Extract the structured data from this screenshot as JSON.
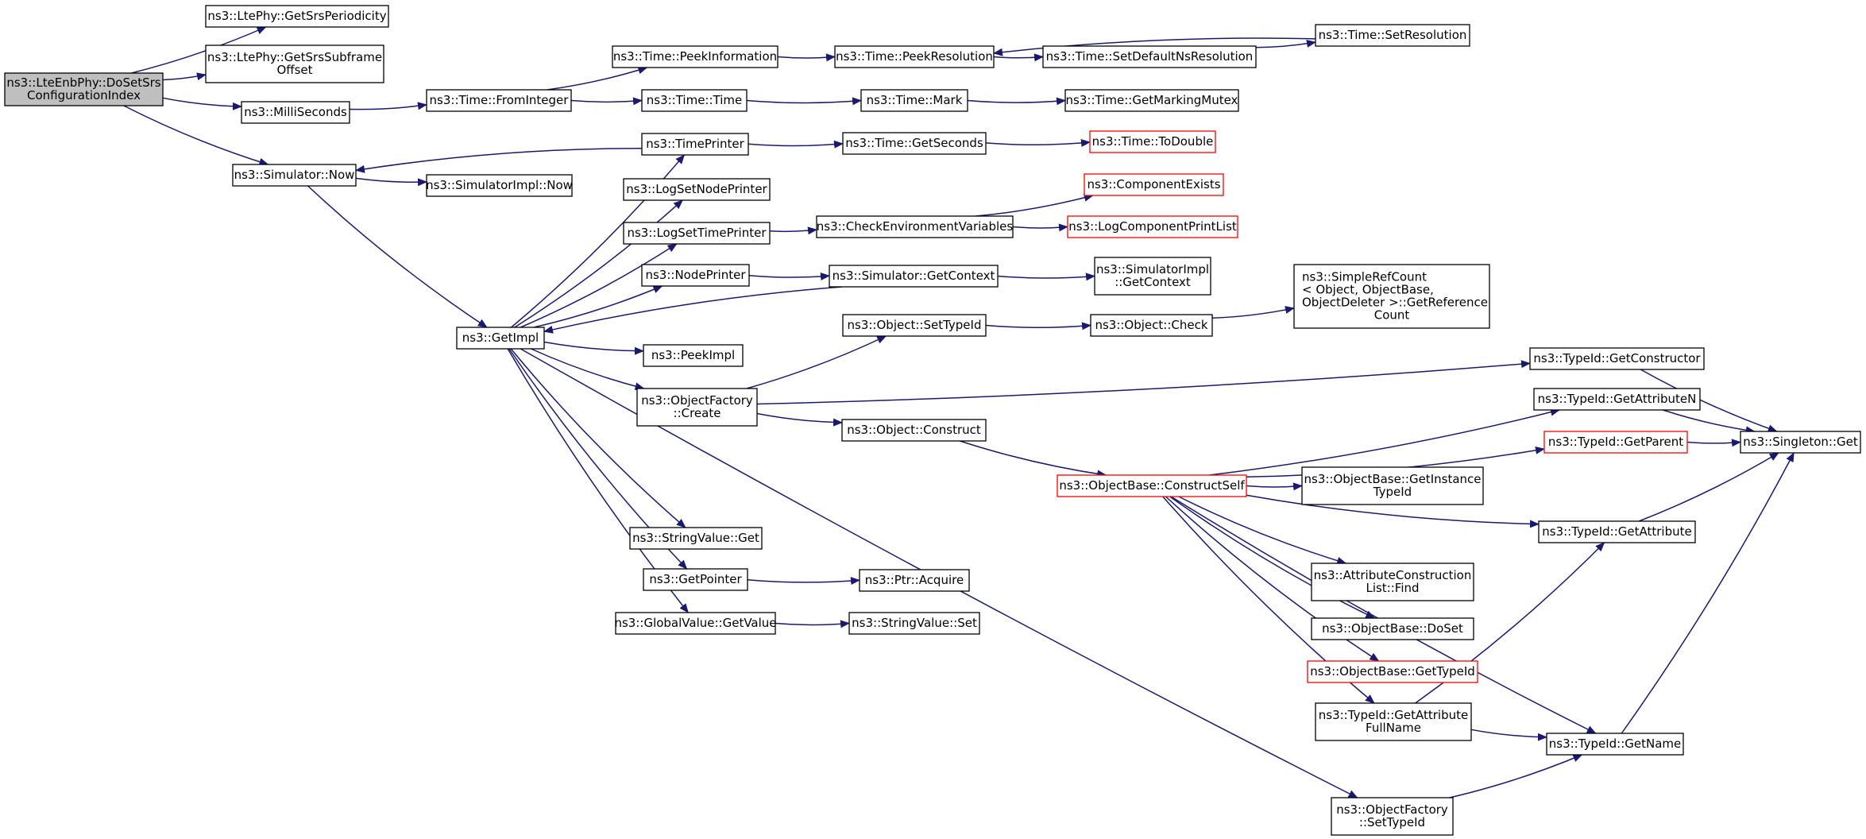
{
  "colors": {
    "edge": "#191970",
    "node_border": "#000000",
    "node_border_incomplete": "#ff0000",
    "root_fill": "#bfbfbf",
    "node_fill": "#ffffff"
  },
  "nodes": [
    {
      "id": "root",
      "lines": [
        "ns3::LteEnbPhy::DoSetSrs",
        "ConfigurationIndex"
      ],
      "style": "root"
    },
    {
      "id": "getSrsPeriodicity",
      "lines": [
        "ns3::LtePhy::GetSrsPeriodicity"
      ]
    },
    {
      "id": "getSrsSubframeOffset",
      "lines": [
        "ns3::LtePhy::GetSrsSubframe",
        "Offset"
      ]
    },
    {
      "id": "milliSeconds",
      "lines": [
        "ns3::MilliSeconds"
      ]
    },
    {
      "id": "simulatorNow",
      "lines": [
        "ns3::Simulator::Now"
      ]
    },
    {
      "id": "fromInteger",
      "lines": [
        "ns3::Time::FromInteger"
      ]
    },
    {
      "id": "peekInformation",
      "lines": [
        "ns3::Time::PeekInformation"
      ]
    },
    {
      "id": "timeTime",
      "lines": [
        "ns3::Time::Time"
      ]
    },
    {
      "id": "peekResolution",
      "lines": [
        "ns3::Time::PeekResolution"
      ]
    },
    {
      "id": "setDefaultNsResolution",
      "lines": [
        "ns3::Time::SetDefaultNsResolution"
      ]
    },
    {
      "id": "setResolution",
      "lines": [
        "ns3::Time::SetResolution"
      ]
    },
    {
      "id": "timeMark",
      "lines": [
        "ns3::Time::Mark"
      ]
    },
    {
      "id": "getMarkingMutex",
      "lines": [
        "ns3::Time::GetMarkingMutex"
      ]
    },
    {
      "id": "timePrinter",
      "lines": [
        "ns3::TimePrinter"
      ]
    },
    {
      "id": "getSeconds",
      "lines": [
        "ns3::Time::GetSeconds"
      ]
    },
    {
      "id": "toDouble",
      "lines": [
        "ns3::Time::ToDouble"
      ],
      "style": "red"
    },
    {
      "id": "simImplNow",
      "lines": [
        "ns3::SimulatorImpl::Now"
      ]
    },
    {
      "id": "logSetNodePrinter",
      "lines": [
        "ns3::LogSetNodePrinter"
      ]
    },
    {
      "id": "logSetTimePrinter",
      "lines": [
        "ns3::LogSetTimePrinter"
      ]
    },
    {
      "id": "checkEnvVars",
      "lines": [
        "ns3::CheckEnvironmentVariables"
      ]
    },
    {
      "id": "componentExists",
      "lines": [
        "ns3::ComponentExists"
      ],
      "style": "red"
    },
    {
      "id": "logComponentPrintList",
      "lines": [
        "ns3::LogComponentPrintList"
      ],
      "style": "red"
    },
    {
      "id": "nodePrinter",
      "lines": [
        "ns3::NodePrinter"
      ]
    },
    {
      "id": "simGetContext",
      "lines": [
        "ns3::Simulator::GetContext"
      ]
    },
    {
      "id": "simImplGetContext",
      "lines": [
        "ns3::SimulatorImpl",
        "::GetContext"
      ]
    },
    {
      "id": "simpleRefCount",
      "lines": [
        "ns3::SimpleRefCount",
        "< Object, ObjectBase,",
        " ObjectDeleter >::GetReference",
        "Count"
      ]
    },
    {
      "id": "getImpl",
      "lines": [
        "ns3::GetImpl"
      ]
    },
    {
      "id": "objSetTypeId",
      "lines": [
        "ns3::Object::SetTypeId"
      ]
    },
    {
      "id": "objCheck",
      "lines": [
        "ns3::Object::Check"
      ]
    },
    {
      "id": "peekImpl",
      "lines": [
        "ns3::PeekImpl"
      ]
    },
    {
      "id": "objFactoryCreate",
      "lines": [
        "ns3::ObjectFactory",
        "::Create"
      ]
    },
    {
      "id": "typeIdGetConstructor",
      "lines": [
        "ns3::TypeId::GetConstructor"
      ]
    },
    {
      "id": "typeIdGetAttributeN",
      "lines": [
        "ns3::TypeId::GetAttributeN"
      ]
    },
    {
      "id": "typeIdGetParent",
      "lines": [
        "ns3::TypeId::GetParent"
      ],
      "style": "red"
    },
    {
      "id": "singletonGet",
      "lines": [
        "ns3::Singleton::Get"
      ]
    },
    {
      "id": "objConstruct",
      "lines": [
        "ns3::Object::Construct"
      ]
    },
    {
      "id": "constructSelf",
      "lines": [
        "ns3::ObjectBase::ConstructSelf"
      ],
      "style": "red"
    },
    {
      "id": "getInstanceTypeId",
      "lines": [
        "ns3::ObjectBase::GetInstance",
        "TypeId"
      ]
    },
    {
      "id": "typeIdGetAttribute",
      "lines": [
        "ns3::TypeId::GetAttribute"
      ]
    },
    {
      "id": "attrConstructionFind",
      "lines": [
        "ns3::AttributeConstruction",
        "List::Find"
      ]
    },
    {
      "id": "objBaseDoSet",
      "lines": [
        "ns3::ObjectBase::DoSet"
      ]
    },
    {
      "id": "objBaseGetTypeId",
      "lines": [
        "ns3::ObjectBase::GetTypeId"
      ],
      "style": "red"
    },
    {
      "id": "stringValueGet",
      "lines": [
        "ns3::StringValue::Get"
      ]
    },
    {
      "id": "getPointer",
      "lines": [
        "ns3::GetPointer"
      ]
    },
    {
      "id": "ptrAcquire",
      "lines": [
        "ns3::Ptr::Acquire"
      ]
    },
    {
      "id": "globalValueGetValue",
      "lines": [
        "ns3::GlobalValue::GetValue"
      ]
    },
    {
      "id": "stringValueSet",
      "lines": [
        "ns3::StringValue::Set"
      ]
    },
    {
      "id": "typeIdGetAttributeFullName",
      "lines": [
        "ns3::TypeId::GetAttribute",
        "FullName"
      ]
    },
    {
      "id": "typeIdGetName",
      "lines": [
        "ns3::TypeId::GetName"
      ]
    },
    {
      "id": "objFactorySetTypeId",
      "lines": [
        "ns3::ObjectFactory",
        "::SetTypeId"
      ]
    }
  ],
  "edges": [
    [
      "root",
      "getSrsPeriodicity"
    ],
    [
      "root",
      "getSrsSubframeOffset"
    ],
    [
      "root",
      "milliSeconds"
    ],
    [
      "root",
      "simulatorNow"
    ],
    [
      "milliSeconds",
      "fromInteger"
    ],
    [
      "fromInteger",
      "peekInformation"
    ],
    [
      "fromInteger",
      "timeTime"
    ],
    [
      "peekInformation",
      "peekResolution"
    ],
    [
      "peekResolution",
      "setDefaultNsResolution"
    ],
    [
      "setDefaultNsResolution",
      "setResolution"
    ],
    [
      "setResolution",
      "peekResolution"
    ],
    [
      "timeTime",
      "timeMark"
    ],
    [
      "timeMark",
      "getMarkingMutex"
    ],
    [
      "simulatorNow",
      "simImplNow"
    ],
    [
      "simulatorNow",
      "getImpl"
    ],
    [
      "timePrinter",
      "simulatorNow"
    ],
    [
      "timePrinter",
      "getSeconds"
    ],
    [
      "getSeconds",
      "toDouble"
    ],
    [
      "getImpl",
      "timePrinter"
    ],
    [
      "getImpl",
      "logSetNodePrinter"
    ],
    [
      "getImpl",
      "logSetTimePrinter"
    ],
    [
      "getImpl",
      "nodePrinter"
    ],
    [
      "getImpl",
      "peekImpl"
    ],
    [
      "getImpl",
      "objFactoryCreate"
    ],
    [
      "getImpl",
      "stringValueGet"
    ],
    [
      "getImpl",
      "getPointer"
    ],
    [
      "getImpl",
      "globalValueGetValue"
    ],
    [
      "getImpl",
      "objFactorySetTypeId"
    ],
    [
      "logSetTimePrinter",
      "checkEnvVars"
    ],
    [
      "checkEnvVars",
      "componentExists"
    ],
    [
      "checkEnvVars",
      "logComponentPrintList"
    ],
    [
      "nodePrinter",
      "simGetContext"
    ],
    [
      "simGetContext",
      "getImpl"
    ],
    [
      "simGetContext",
      "simImplGetContext"
    ],
    [
      "objFactoryCreate",
      "objSetTypeId"
    ],
    [
      "objFactoryCreate",
      "typeIdGetConstructor"
    ],
    [
      "objFactoryCreate",
      "objConstruct"
    ],
    [
      "objSetTypeId",
      "objCheck"
    ],
    [
      "objCheck",
      "simpleRefCount"
    ],
    [
      "typeIdGetConstructor",
      "singletonGet"
    ],
    [
      "typeIdGetAttributeN",
      "singletonGet"
    ],
    [
      "typeIdGetParent",
      "singletonGet"
    ],
    [
      "typeIdGetAttribute",
      "singletonGet"
    ],
    [
      "typeIdGetName",
      "singletonGet"
    ],
    [
      "objConstruct",
      "constructSelf"
    ],
    [
      "constructSelf",
      "typeIdGetAttributeN"
    ],
    [
      "constructSelf",
      "typeIdGetParent"
    ],
    [
      "constructSelf",
      "getInstanceTypeId"
    ],
    [
      "constructSelf",
      "typeIdGetAttribute"
    ],
    [
      "constructSelf",
      "attrConstructionFind"
    ],
    [
      "constructSelf",
      "objBaseDoSet"
    ],
    [
      "constructSelf",
      "objBaseGetTypeId"
    ],
    [
      "constructSelf",
      "typeIdGetAttributeFullName"
    ],
    [
      "constructSelf",
      "typeIdGetName"
    ],
    [
      "typeIdGetAttributeFullName",
      "typeIdGetAttribute"
    ],
    [
      "typeIdGetAttributeFullName",
      "typeIdGetName"
    ],
    [
      "getPointer",
      "ptrAcquire"
    ],
    [
      "globalValueGetValue",
      "stringValueSet"
    ],
    [
      "objFactorySetTypeId",
      "typeIdGetName"
    ]
  ]
}
